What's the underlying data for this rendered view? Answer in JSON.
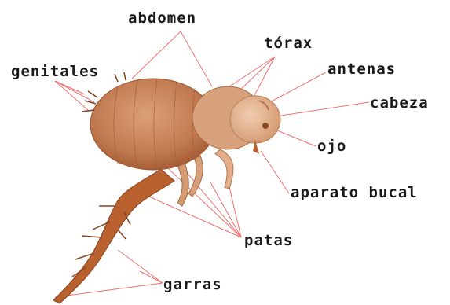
{
  "labels": {
    "abdomen": "abdomen",
    "torax": "tórax",
    "genitales": "genitales",
    "antenas": "antenas",
    "cabeza": "cabeza",
    "ojo": "ojo",
    "aparato_bucal": "aparato bucal",
    "patas": "patas",
    "garras": "garras"
  },
  "colors": {
    "body": "#c8825a",
    "body_light": "#d9a07d",
    "head": "#e6b48f",
    "leg": "#b5602f",
    "leader_line": "#f07070",
    "text": "#1a1a1a"
  }
}
